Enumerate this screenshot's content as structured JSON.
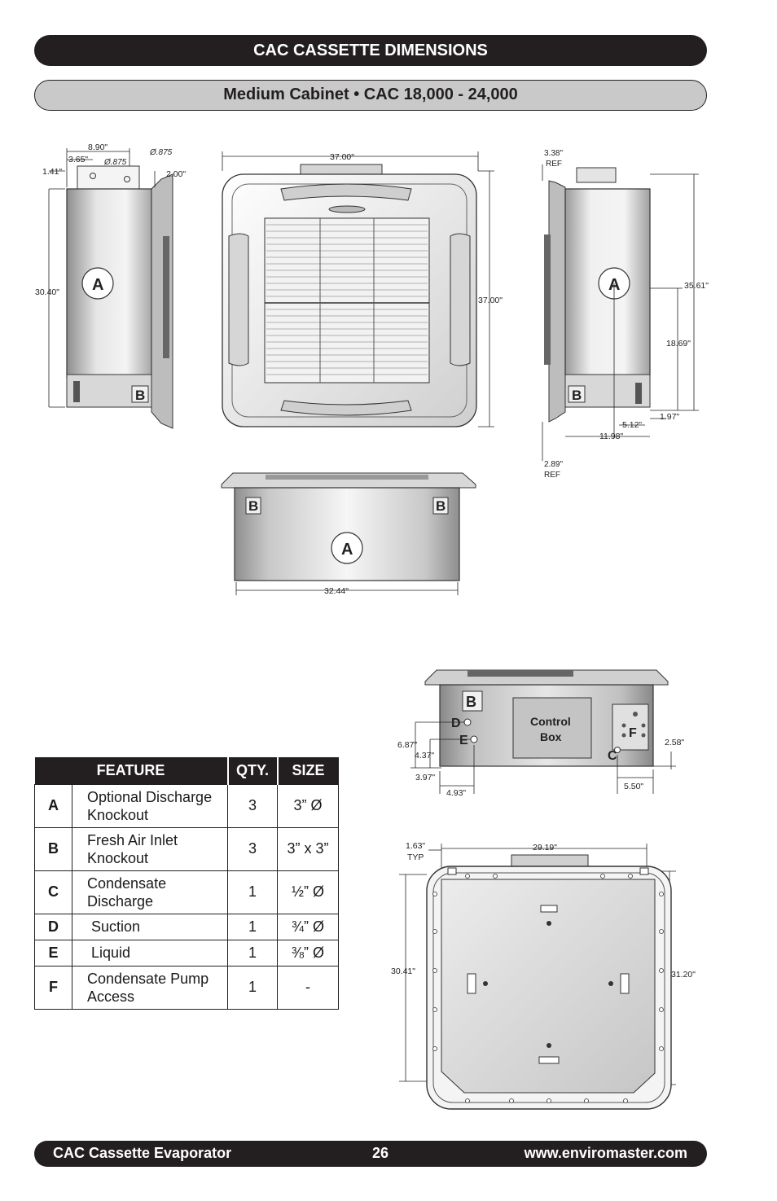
{
  "header": {
    "title": "CAC CASSETTE DIMENSIONS",
    "subtitle": "Medium Cabinet • CAC 18,000 - 24,000"
  },
  "side_view_left": {
    "dims": [
      "8.90\"",
      "3.65\"",
      "Ø.875",
      "Ø.875",
      "1.41\"",
      "2.00\"",
      "30.40\""
    ],
    "labels": [
      "A",
      "B"
    ]
  },
  "top_view": {
    "dims": [
      "37.00\"",
      "37.00\""
    ]
  },
  "side_view_right": {
    "dims": [
      "3.38\"",
      "REF",
      "35.61\"",
      "18.69\"",
      "1.97\"",
      "5.12\"",
      "11.98\"",
      "2.89\"",
      "REF"
    ],
    "labels": [
      "A",
      "B"
    ]
  },
  "front_view": {
    "dims": [
      "32.44\""
    ],
    "labels": [
      "B",
      "B",
      "A"
    ]
  },
  "pipe_view": {
    "dims": [
      "6.87\"",
      "4.37\"",
      "3.97\"",
      "4.93\"",
      "2.58\"",
      "5.50\""
    ],
    "labels": [
      "B",
      "D",
      "E",
      "C",
      "F"
    ],
    "control_box": [
      "Control",
      "Box"
    ]
  },
  "bottom_view": {
    "dims": [
      "1.63\"",
      "TYP",
      "29.19\"",
      "30.41\"",
      "31.20\""
    ]
  },
  "table": {
    "headers": [
      "FEATURE",
      "QTY.",
      "SIZE"
    ],
    "rows": [
      {
        "key": "A",
        "line1": "Optional Discharge",
        "line2": "Knockout",
        "qty": "3",
        "size": "3” Ø"
      },
      {
        "key": "B",
        "line1": "Fresh Air Inlet",
        "line2": "Knockout",
        "qty": "3",
        "size": "3” x 3”"
      },
      {
        "key": "C",
        "line1": "Condensate",
        "line2": "Discharge",
        "qty": "1",
        "size": "½” Ø"
      },
      {
        "key": "D",
        "line1": " Suction",
        "line2": "",
        "qty": "1",
        "size": "¾” Ø"
      },
      {
        "key": "E",
        "line1": " Liquid",
        "line2": "",
        "qty": "1",
        "size": "⅜” Ø"
      },
      {
        "key": "F",
        "line1": "Condensate Pump",
        "line2": "Access",
        "qty": "1",
        "size": "-"
      }
    ]
  },
  "footer": {
    "left": "CAC Cassette Evaporator",
    "page": "26",
    "right": "www.enviromaster.com"
  }
}
